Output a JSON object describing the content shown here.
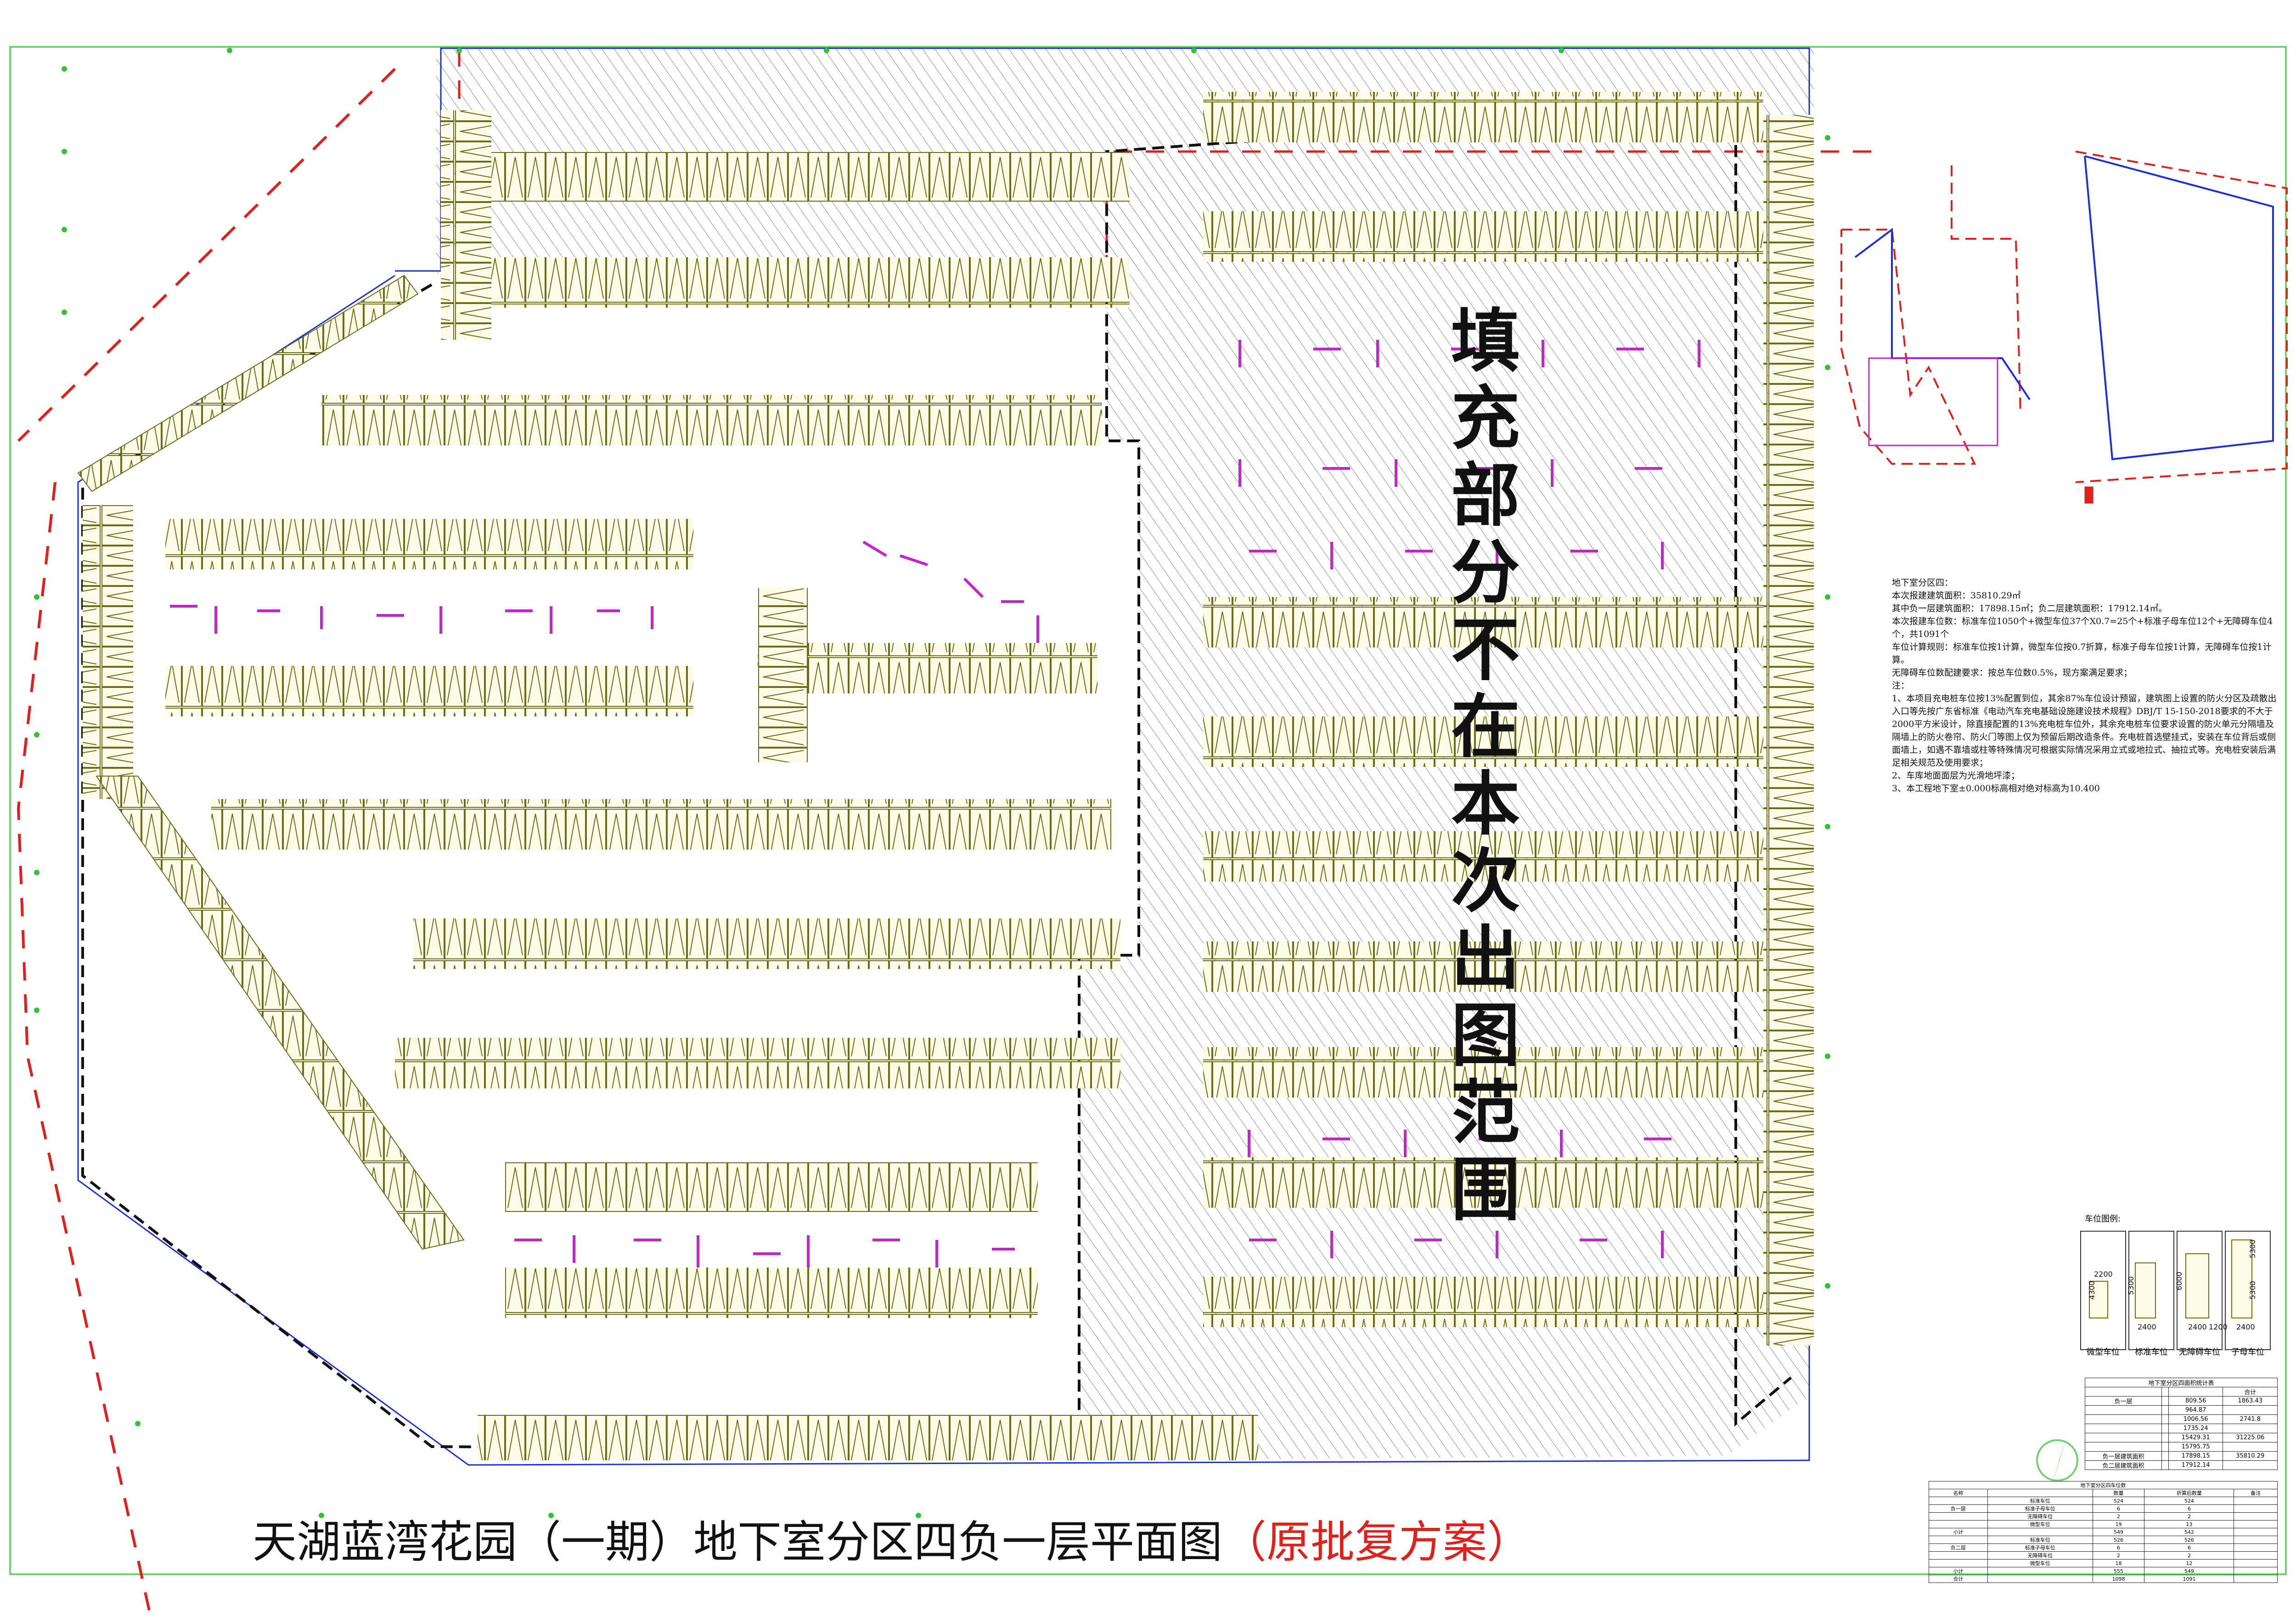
{
  "title": {
    "main": "天湖蓝湾花园（一期）地下室分区四负一层平面图",
    "suffix": "（原批复方案）"
  },
  "vertical_label": "填充部分不在本次出图范围",
  "notes": [
    "地下室分区四：",
    "本次报建建筑面积：35810.29㎡",
    "其中负一层建筑面积：17898.15㎡；负二层建筑面积：17912.14㎡。",
    "本次报建车位数：标准车位1050个+微型车位37个X0.7=25个+标准子母车位12个+无障碍车位4个，共1091个",
    "车位计算规则：标准车位按1计算，微型车位按0.7折算，标准子母车位按1计算，无障碍车位按1计算。",
    "无障碍车位数配建要求：按总车位数0.5%，现方案满足要求；",
    "注：",
    "1、本项目充电桩车位按13%配置到位，其余87%车位设计预留，建筑图上设置的防火分区及疏散出入口等先按广东省标准《电动汽车充电基础设施建设技术规程》DBJ/T 15-150-2018要求的不大于2000平方米设计，除直接配置的13%充电桩车位外，其余充电桩车位要求设置的防火单元分隔墙及隔墙上的防火卷帘、防火门等图上仅为预留后期改造条件。充电桩首选壁挂式，安装在车位背后或侧面墙上，如遇不靠墙或柱等特殊情况可根据实际情况采用立式或地拉式、抽拉式等。充电桩安装后满足相关规范及使用要求；",
    "2、车库地面面层为光滑地坪漆；",
    "3、本工程地下室±0.000标高相对绝对标高为10.400"
  ],
  "legend": {
    "title": "车位图例:",
    "items": [
      {
        "label": "微型车位",
        "dims": [
          "2200",
          "4300"
        ]
      },
      {
        "label": "标准车位",
        "dims": [
          "5300",
          "2400"
        ]
      },
      {
        "label": "无障碍车位",
        "dims": [
          "6000",
          "2400",
          "1200"
        ]
      },
      {
        "label": "子母车位",
        "dims": [
          "5300",
          "5300",
          "2400"
        ]
      }
    ]
  },
  "area_table": {
    "title": "地下室分区四面积统计表",
    "header": [
      "",
      "",
      "",
      "合计"
    ],
    "rows": [
      [
        "负一层",
        "",
        "809.56",
        "1863.43"
      ],
      [
        "",
        "",
        "964.87",
        ""
      ],
      [
        "",
        "",
        "1006.56",
        "2741.8"
      ],
      [
        "",
        "",
        "1735.24",
        ""
      ],
      [
        "",
        "",
        "15429.31",
        "31225.06"
      ],
      [
        "",
        "",
        "15795.75",
        ""
      ],
      [
        "负一层建筑面积",
        "",
        "17898.15",
        "35810.29"
      ],
      [
        "负二层建筑面积",
        "",
        "17912.14",
        ""
      ]
    ]
  },
  "parking_table": {
    "title": "地下室分区四车位数",
    "header": [
      "名称",
      "",
      "数量",
      "折算后数量",
      "备注"
    ],
    "rows": [
      [
        "",
        "标准车位",
        "524",
        "524",
        ""
      ],
      [
        "负一层",
        "标准子母车位",
        "6",
        "6",
        ""
      ],
      [
        "",
        "无障碍车位",
        "2",
        "2",
        ""
      ],
      [
        "",
        "微型车位",
        "19",
        "13",
        ""
      ],
      [
        "小计",
        "",
        "549",
        "542",
        ""
      ],
      [
        "",
        "标准车位",
        "526",
        "526",
        ""
      ],
      [
        "负二层",
        "标准子母车位",
        "6",
        "6",
        ""
      ],
      [
        "",
        "无障碍车位",
        "2",
        "2",
        ""
      ],
      [
        "",
        "微型车位",
        "18",
        "12",
        ""
      ],
      [
        "小计",
        "",
        "555",
        "549",
        ""
      ],
      [
        "合计",
        "",
        "1098",
        "1091",
        ""
      ]
    ]
  },
  "colors": {
    "boundary_green": "#6fd36f",
    "red_line": "#e0201a",
    "blue_line": "#1a2fd6",
    "stall": "#6b6b1a",
    "magenta": "#c026c8",
    "hatch": "#8a8a8a"
  }
}
